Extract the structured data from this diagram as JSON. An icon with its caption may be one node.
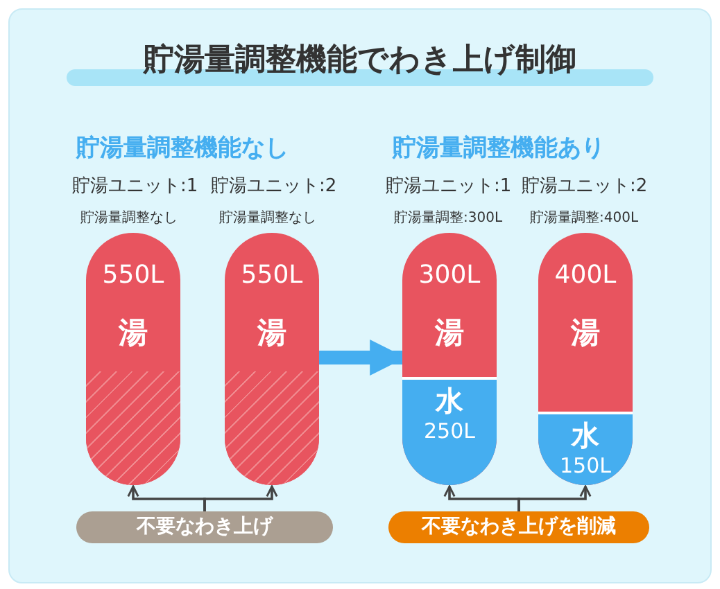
{
  "diagram": {
    "title": "貯湯量調整機能でわき上げ制御",
    "nodes": [
      {
        "text": [
          "550L",
          "湯"
        ],
        "beside": [
          "貯湯ユニット:1",
          "貯湯量調整なし"
        ]
      },
      {
        "text": [
          "550L",
          "湯"
        ],
        "beside": [
          "貯湯ユニット:2",
          "貯湯量調整なし"
        ]
      },
      {
        "text": [
          "不要なわき上げ"
        ]
      },
      {
        "text": [
          "300L",
          "湯",
          "水",
          "250L"
        ],
        "beside": [
          "貯湯ユニット:1",
          "貯湯量調整:300L"
        ]
      },
      {
        "text": [
          "400L",
          "湯",
          "水",
          "150L"
        ],
        "beside": [
          "貯湯ユニット:2",
          "貯湯量調整:400L"
        ]
      },
      {
        "text": [
          "不要なわき上げを削減"
        ]
      }
    ],
    "edges": [
      {
        "from": 2,
        "to": 0,
        "arrow": "to"
      },
      {
        "from": 2,
        "to": 1,
        "arrow": "to"
      },
      {
        "from": 1,
        "to": 3,
        "arrow": "to",
        "style": "thick",
        "color": "#45aef0"
      },
      {
        "from": 5,
        "to": 3,
        "arrow": "to"
      },
      {
        "from": 5,
        "to": 4,
        "arrow": "to"
      }
    ],
    "labels": [
      "貯湯量調整機能なし",
      "貯湯量調整機能あり"
    ]
  }
}
